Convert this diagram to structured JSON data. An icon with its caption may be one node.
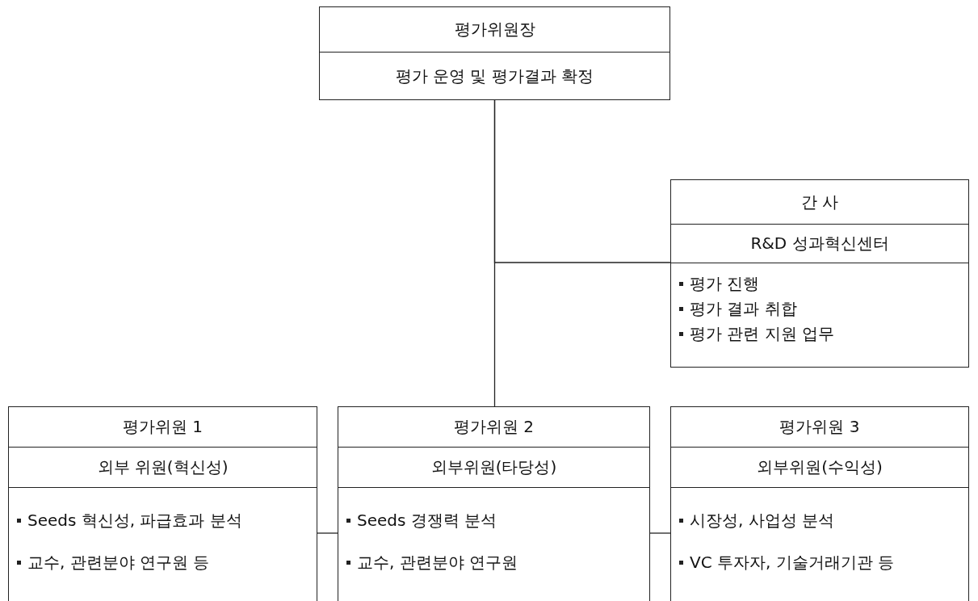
{
  "diagram": {
    "nodes": [
      {
        "text": [
          "평가위원장",
          "평가 운영 및 평가결과 확정"
        ]
      },
      {
        "text": [
          "간 사",
          "R&D 성과혁신센터",
          "평가 진행",
          "평가 결과 취합",
          "평가 관련 지원 업무"
        ]
      },
      {
        "text": [
          "평가위원 1",
          "외부 위원(혁신성)",
          "Seeds 혁신성, 파급효과 분석",
          "교수, 관련분야 연구원 등"
        ]
      },
      {
        "text": [
          "평가위원 2",
          "외부위원(타당성)",
          "Seeds 경쟁력 분석",
          "교수, 관련분야 연구원"
        ]
      },
      {
        "text": [
          "평가위원 3",
          "외부위원(수익성)",
          "시장성, 사업성 분석",
          "VC 투자자, 기술거래기관 등"
        ]
      }
    ],
    "edges": [
      {
        "from": 0,
        "to": 1,
        "arrow": "none"
      },
      {
        "from": 0,
        "to": 3,
        "arrow": "none"
      },
      {
        "from": 2,
        "to": 3,
        "arrow": "none"
      },
      {
        "from": 3,
        "to": 4,
        "arrow": "none"
      }
    ]
  }
}
